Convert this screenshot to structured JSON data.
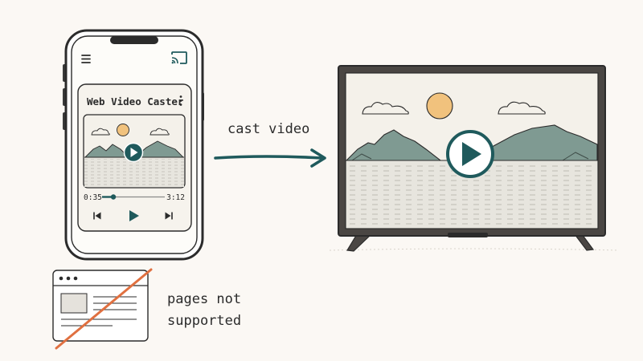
{
  "phone": {
    "app_title": "Web Video Caster",
    "menu_icon": "hamburger-menu-icon",
    "cast_icon": "cast-icon",
    "more_icon": "kebab-more-icon",
    "time_elapsed": "0:35",
    "time_total": "3:12",
    "progress": 0.18
  },
  "arrow": {
    "label": "cast video"
  },
  "note": {
    "line1": "pages not",
    "line2": "supported",
    "icon": "browser-window-crossed-out-icon"
  },
  "colors": {
    "teal": "#1f5a5c",
    "ink": "#2b2b2b",
    "sun": "#f1c27d",
    "mountain": "#7f9a92",
    "water": "#e7e5de",
    "screen_bg": "#f4f1ea",
    "strike": "#e07040",
    "tv_frame": "#4a4643"
  }
}
